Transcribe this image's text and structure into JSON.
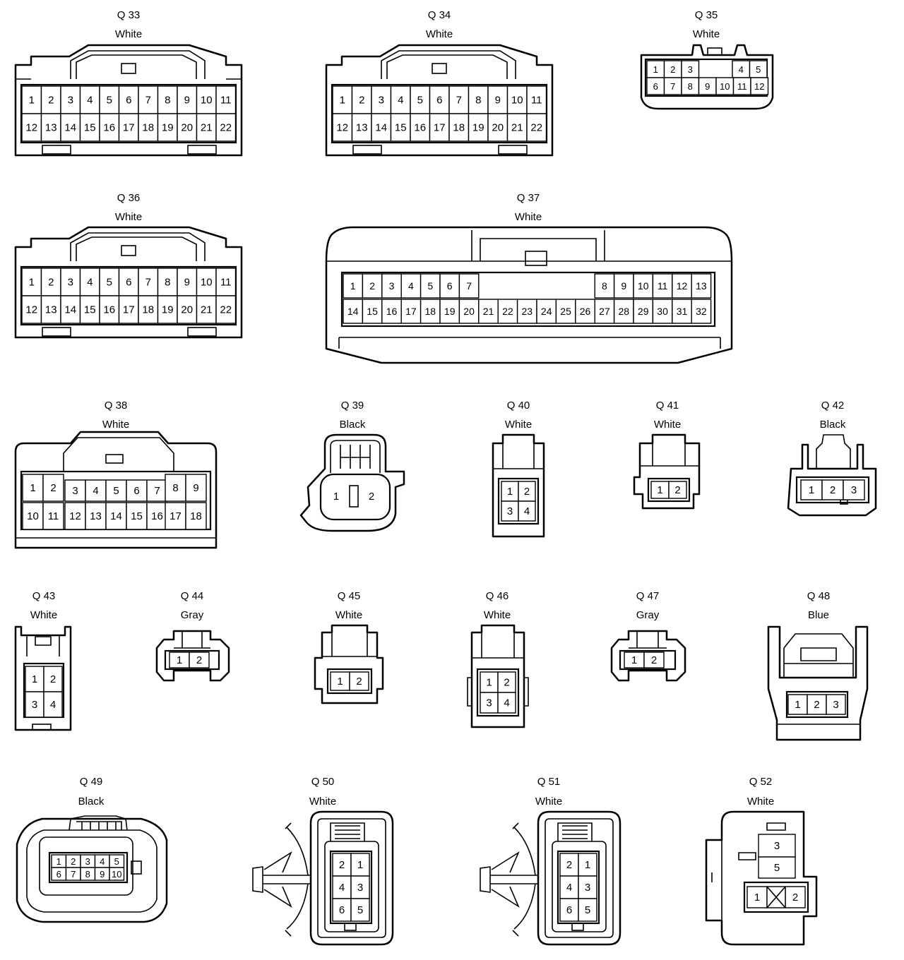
{
  "connectors": [
    {
      "id": "q33",
      "name": "Q 33",
      "color": "White",
      "rows": [
        [
          "1",
          "2",
          "3",
          "4",
          "5",
          "6",
          "7",
          "8",
          "9",
          "10",
          "11"
        ],
        [
          "12",
          "13",
          "14",
          "15",
          "16",
          "17",
          "18",
          "19",
          "20",
          "21",
          "22"
        ]
      ]
    },
    {
      "id": "q34",
      "name": "Q 34",
      "color": "White",
      "rows": [
        [
          "1",
          "2",
          "3",
          "4",
          "5",
          "6",
          "7",
          "8",
          "9",
          "10",
          "11"
        ],
        [
          "12",
          "13",
          "14",
          "15",
          "16",
          "17",
          "18",
          "19",
          "20",
          "21",
          "22"
        ]
      ]
    },
    {
      "id": "q35",
      "name": "Q 35",
      "color": "White",
      "rows": [
        [
          "1",
          "2",
          "3",
          "",
          "4",
          "5"
        ],
        [
          "6",
          "7",
          "8",
          "9",
          "10",
          "11",
          "12"
        ]
      ]
    },
    {
      "id": "q36",
      "name": "Q 36",
      "color": "White",
      "rows": [
        [
          "1",
          "2",
          "3",
          "4",
          "5",
          "6",
          "7",
          "8",
          "9",
          "10",
          "11"
        ],
        [
          "12",
          "13",
          "14",
          "15",
          "16",
          "17",
          "18",
          "19",
          "20",
          "21",
          "22"
        ]
      ]
    },
    {
      "id": "q37",
      "name": "Q 37",
      "color": "White",
      "rows": [
        [
          "1",
          "2",
          "3",
          "4",
          "5",
          "6",
          "7",
          "8",
          "9",
          "10",
          "11",
          "12",
          "13"
        ],
        [
          "14",
          "15",
          "16",
          "17",
          "18",
          "19",
          "20",
          "21",
          "22",
          "23",
          "24",
          "25",
          "26",
          "27",
          "28",
          "29",
          "30",
          "31",
          "32"
        ]
      ]
    },
    {
      "id": "q38",
      "name": "Q 38",
      "color": "White",
      "rows": [
        [
          "1",
          "2",
          "3",
          "4",
          "5",
          "6",
          "7",
          "8",
          "9"
        ],
        [
          "10",
          "11",
          "12",
          "13",
          "14",
          "15",
          "16",
          "17",
          "18"
        ]
      ]
    },
    {
      "id": "q39",
      "name": "Q 39",
      "color": "Black",
      "rows": [
        [
          "1",
          "2"
        ]
      ]
    },
    {
      "id": "q40",
      "name": "Q 40",
      "color": "White",
      "rows": [
        [
          "1",
          "2"
        ],
        [
          "3",
          "4"
        ]
      ]
    },
    {
      "id": "q41",
      "name": "Q 41",
      "color": "White",
      "rows": [
        [
          "1",
          "2"
        ]
      ]
    },
    {
      "id": "q42",
      "name": "Q 42",
      "color": "Black",
      "rows": [
        [
          "1",
          "2",
          "3"
        ]
      ]
    },
    {
      "id": "q43",
      "name": "Q 43",
      "color": "White",
      "rows": [
        [
          "1",
          "2"
        ],
        [
          "3",
          "4"
        ]
      ]
    },
    {
      "id": "q44",
      "name": "Q 44",
      "color": "Gray",
      "rows": [
        [
          "1",
          "2"
        ]
      ]
    },
    {
      "id": "q45",
      "name": "Q 45",
      "color": "White",
      "rows": [
        [
          "1",
          "2"
        ]
      ]
    },
    {
      "id": "q46",
      "name": "Q 46",
      "color": "White",
      "rows": [
        [
          "1",
          "2"
        ],
        [
          "3",
          "4"
        ]
      ]
    },
    {
      "id": "q47",
      "name": "Q 47",
      "color": "Gray",
      "rows": [
        [
          "1",
          "2"
        ]
      ]
    },
    {
      "id": "q48",
      "name": "Q 48",
      "color": "Blue",
      "rows": [
        [
          "1",
          "2",
          "3"
        ]
      ]
    },
    {
      "id": "q49",
      "name": "Q 49",
      "color": "Black",
      "rows": [
        [
          "1",
          "2",
          "3",
          "4",
          "5"
        ],
        [
          "6",
          "7",
          "8",
          "9",
          "10"
        ]
      ]
    },
    {
      "id": "q50",
      "name": "Q 50",
      "color": "White",
      "rows": [
        [
          "2",
          "1"
        ],
        [
          "4",
          "3"
        ],
        [
          "6",
          "5"
        ]
      ]
    },
    {
      "id": "q51",
      "name": "Q 51",
      "color": "White",
      "rows": [
        [
          "2",
          "1"
        ],
        [
          "4",
          "3"
        ],
        [
          "6",
          "5"
        ]
      ]
    },
    {
      "id": "q52",
      "name": "Q 52",
      "color": "White",
      "rows": [
        [
          "3"
        ],
        [
          "5"
        ],
        [
          "1",
          "2"
        ]
      ]
    }
  ]
}
